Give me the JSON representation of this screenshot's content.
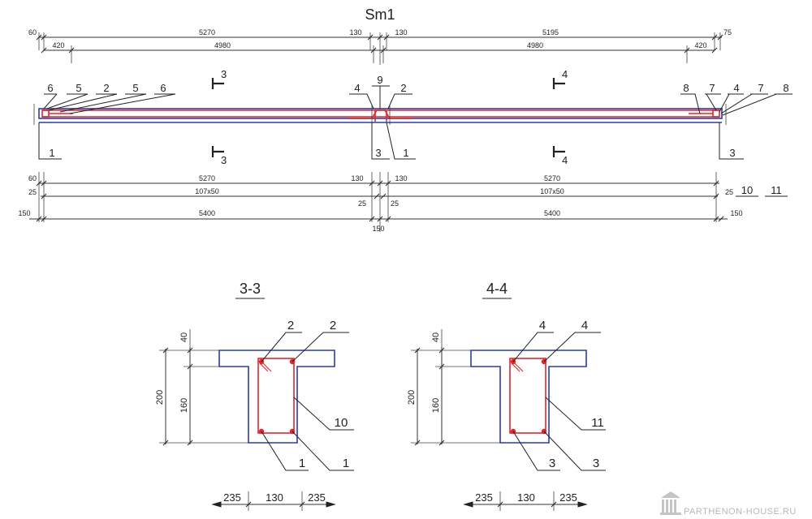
{
  "drawing_title": "Sm1",
  "top_dims": {
    "left_end": "60",
    "span_left": "5270",
    "gap_left": "130",
    "gap_right": "130",
    "span_right": "5195",
    "right_end": "75",
    "bar_left_offset": "420",
    "bar_left_len": "4980",
    "bar_right_len": "4980",
    "bar_right_offset": "420"
  },
  "bottom_dims": {
    "left_end": "60",
    "span_left": "5270",
    "gap_left": "130",
    "gap_right": "130",
    "span_right": "5270",
    "edge_left": "25",
    "stirrups_left": "107x50",
    "stirrups_right": "107x50",
    "edge_right": "25",
    "mid_left": "25",
    "mid_right": "25",
    "outer_left": "150",
    "len_left": "5400",
    "len_right": "5400",
    "outer_right": "150",
    "center": "150"
  },
  "section_marks": {
    "left_top": "3",
    "left_bottom": "3",
    "right_top": "4",
    "right_bottom": "4"
  },
  "callouts_top": [
    "6",
    "5",
    "2",
    "5",
    "6",
    "4",
    "9",
    "2",
    "8",
    "7",
    "4",
    "7",
    "8"
  ],
  "callouts_bottom": [
    "1",
    "3",
    "1",
    "3"
  ],
  "legend": [
    "10",
    "11"
  ],
  "section_3": {
    "title": "3-3",
    "dim_total": "200",
    "dim_web": "160",
    "dim_flange": "40",
    "bar_top_left": "2",
    "bar_top_right": "2",
    "stirrup": "10",
    "bar_bottom_left": "1",
    "bar_bottom_right": "1",
    "width_left": "235",
    "width_web": "130",
    "width_right": "235"
  },
  "section_4": {
    "title": "4-4",
    "dim_total": "200",
    "dim_web": "160",
    "dim_flange": "40",
    "bar_top_left": "4",
    "bar_top_right": "4",
    "stirrup": "11",
    "bar_bottom_left": "3",
    "bar_bottom_right": "3",
    "width_left": "235",
    "width_web": "130",
    "width_right": "235"
  },
  "watermark": "PARTHENON-HOUSE.RU",
  "colors": {
    "concrete_outline": "#2b3da8",
    "rebar": "#e0262b",
    "lines": "#222222"
  }
}
